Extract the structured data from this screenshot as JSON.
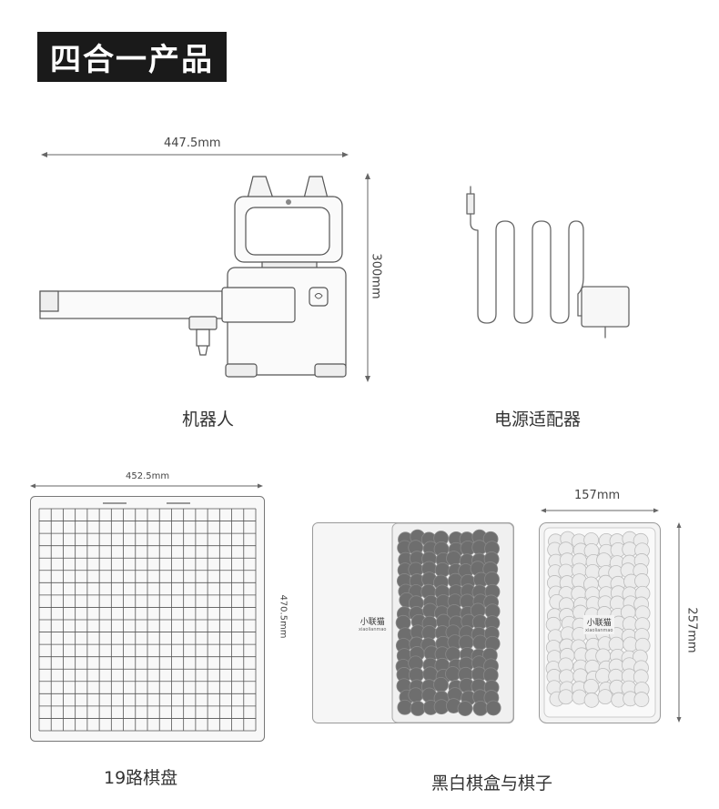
{
  "header": {
    "title": "四合一产品"
  },
  "robot": {
    "width_label": "447.5mm",
    "height_label": "300mm",
    "caption": "机器人"
  },
  "adapter": {
    "caption": "电源适配器"
  },
  "board": {
    "width_label": "452.5mm",
    "height_label": "470.5mm",
    "caption": "19路棋盘",
    "grid_lines": 19
  },
  "bowls": {
    "width_label": "157mm",
    "height_label": "257mm",
    "brand_cn": "小联猫",
    "brand_en": "xiaolianmao",
    "caption": "黑白棋盒与棋子"
  },
  "colors": {
    "badge": "#1a1a1a",
    "stone_black": "#6e6e6e",
    "stone_white": "#ececec"
  }
}
